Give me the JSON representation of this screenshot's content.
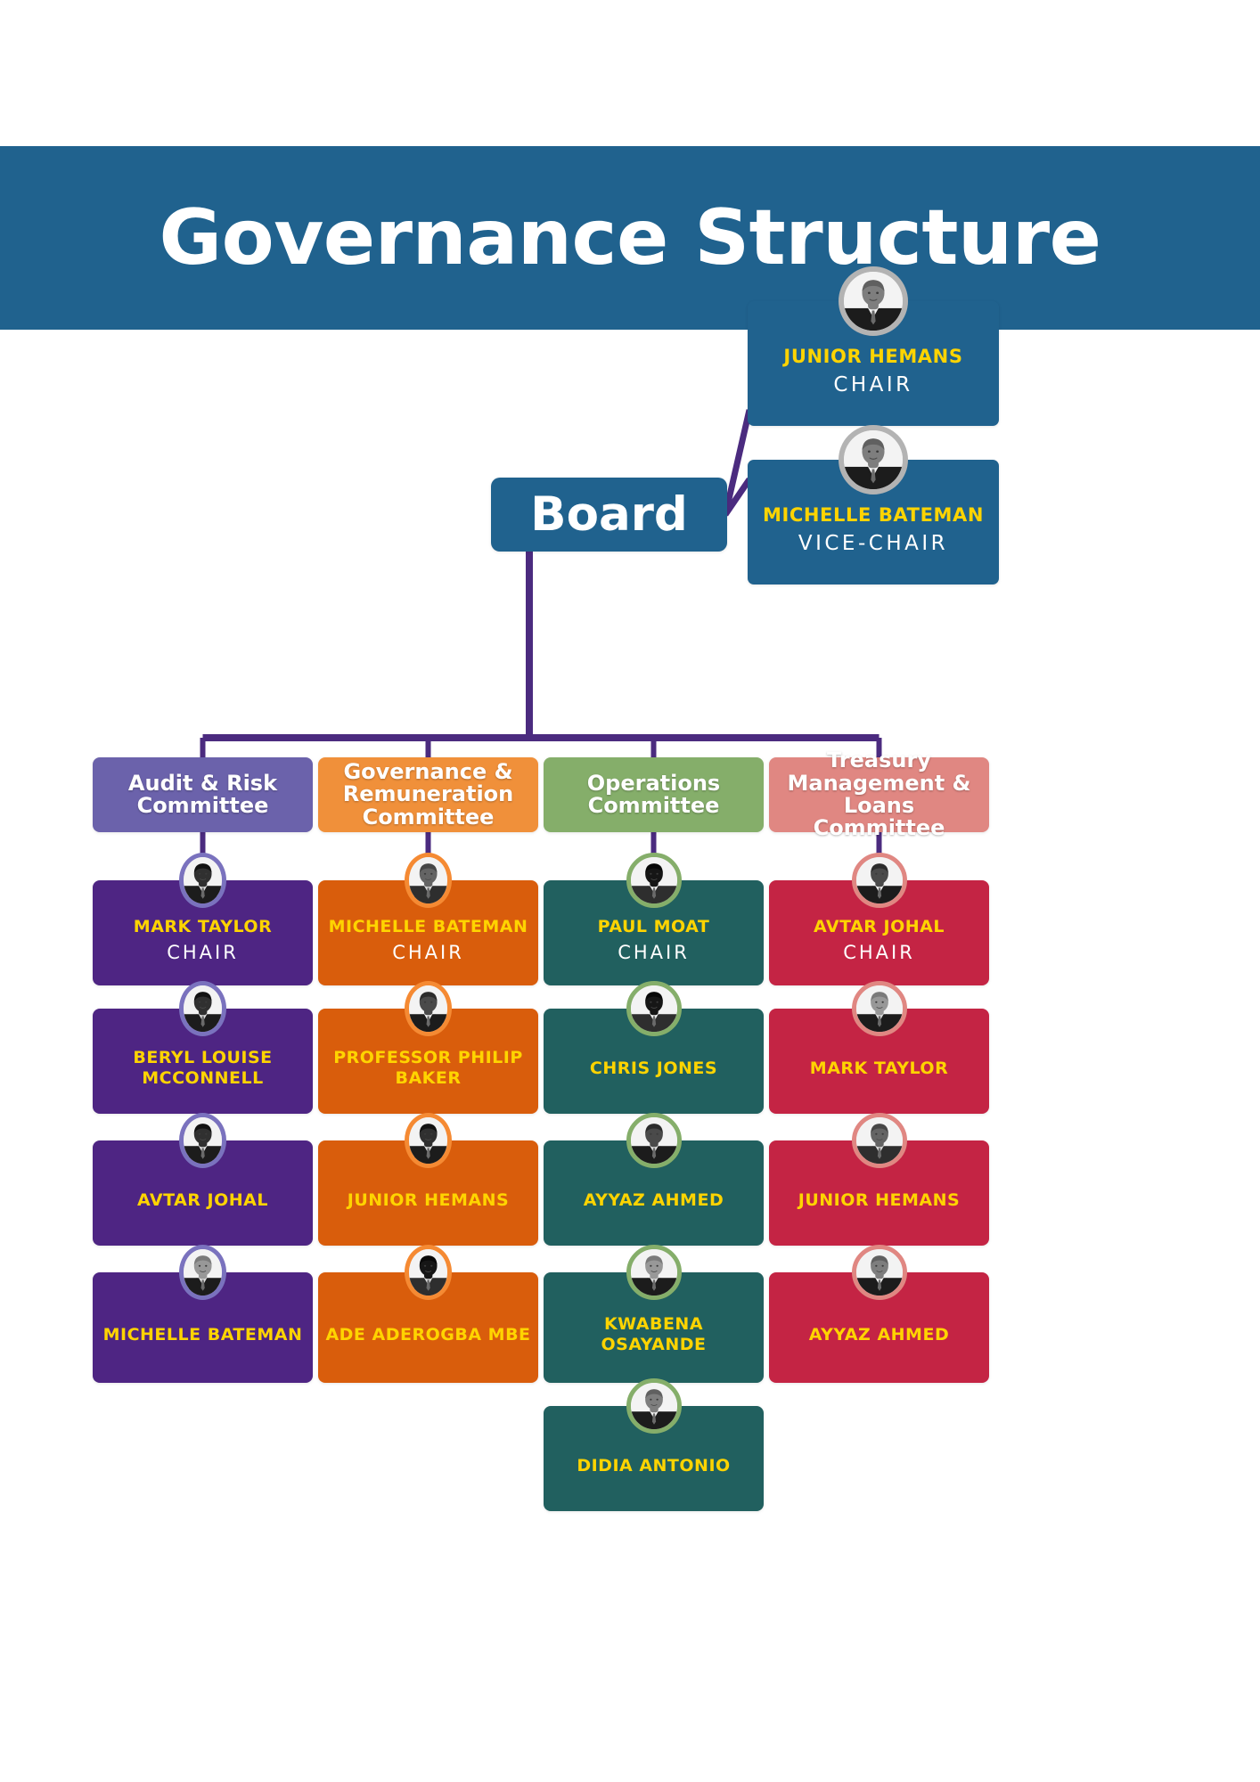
{
  "header": {
    "title": "Governance Structure",
    "background_color": "#20628E",
    "text_color": "#FFFFFF"
  },
  "colors": {
    "board_blue": "#20628E",
    "connector_purple": "#4B2B7F",
    "name_yellow": "#FFD400",
    "role_white": "#FFFFFF",
    "audit_header": "#6B62AB",
    "audit_card": "#4E2583",
    "governance_header": "#F0903A",
    "governance_card": "#D95D0C",
    "operations_header": "#85AE6A",
    "operations_card": "#21605F",
    "treasury_header": "#E08782",
    "treasury_card": "#C42444"
  },
  "root": {
    "label": "Board"
  },
  "officers": [
    {
      "name": "JUNIOR HEMANS",
      "role": "CHAIR",
      "avatar": "portrait-junior-hemans",
      "avatar_ring_color": "#B3B3B3"
    },
    {
      "name": "MICHELLE BATEMAN",
      "role": "VICE-CHAIR",
      "avatar": "portrait-michelle-bateman",
      "avatar_ring_color": "#B3B3B3"
    }
  ],
  "committees": [
    {
      "title": "Audit & Risk Committee",
      "header_color": "#6B62AB",
      "card_color": "#4E2583",
      "ring_color": "#7A72BE",
      "members": [
        {
          "name": "MARK TAYLOR",
          "role": "CHAIR",
          "avatar": "portrait-mark-taylor"
        },
        {
          "name": "BERYL LOUISE MCCONNELL",
          "role": "",
          "avatar": "portrait-beryl-louise-mcconnell"
        },
        {
          "name": "AVTAR JOHAL",
          "role": "",
          "avatar": "portrait-avtar-johal"
        },
        {
          "name": "MICHELLE BATEMAN",
          "role": "",
          "avatar": "portrait-michelle-bateman"
        }
      ]
    },
    {
      "title": "Governance & Remuneration Committee",
      "header_color": "#F0903A",
      "card_color": "#D95D0C",
      "ring_color": "#F58A33",
      "members": [
        {
          "name": "MICHELLE BATEMAN",
          "role": "CHAIR",
          "avatar": "portrait-michelle-bateman"
        },
        {
          "name": "PROFESSOR PHILIP BAKER",
          "role": "",
          "avatar": "portrait-philip-baker"
        },
        {
          "name": "JUNIOR HEMANS",
          "role": "",
          "avatar": "portrait-junior-hemans"
        },
        {
          "name": "ADE ADEROGBA MBE",
          "role": "",
          "avatar": "portrait-ade-aderogba"
        }
      ]
    },
    {
      "title": "Operations Committee",
      "header_color": "#85AE6A",
      "card_color": "#21605F",
      "ring_color": "#85AE6A",
      "members": [
        {
          "name": "PAUL MOAT",
          "role": "CHAIR",
          "avatar": "portrait-paul-moat"
        },
        {
          "name": "CHRIS JONES",
          "role": "",
          "avatar": "portrait-chris-jones"
        },
        {
          "name": "AYYAZ AHMED",
          "role": "",
          "avatar": "portrait-ayyaz-ahmed"
        },
        {
          "name": "KWABENA OSAYANDE",
          "role": "",
          "avatar": "portrait-kwabena-osayande"
        },
        {
          "name": "DIDIA ANTONIO",
          "role": "",
          "avatar": "portrait-didia-antonio"
        }
      ]
    },
    {
      "title": "Treasury Management & Loans Committee",
      "header_color": "#E08782",
      "card_color": "#C42444",
      "ring_color": "#E08782",
      "members": [
        {
          "name": "AVTAR JOHAL",
          "role": "CHAIR",
          "avatar": "portrait-avtar-johal"
        },
        {
          "name": "MARK TAYLOR",
          "role": "",
          "avatar": "portrait-mark-taylor"
        },
        {
          "name": "JUNIOR HEMANS",
          "role": "",
          "avatar": "portrait-junior-hemans"
        },
        {
          "name": "AYYAZ AHMED",
          "role": "",
          "avatar": "portrait-ayyaz-ahmed"
        }
      ]
    }
  ]
}
